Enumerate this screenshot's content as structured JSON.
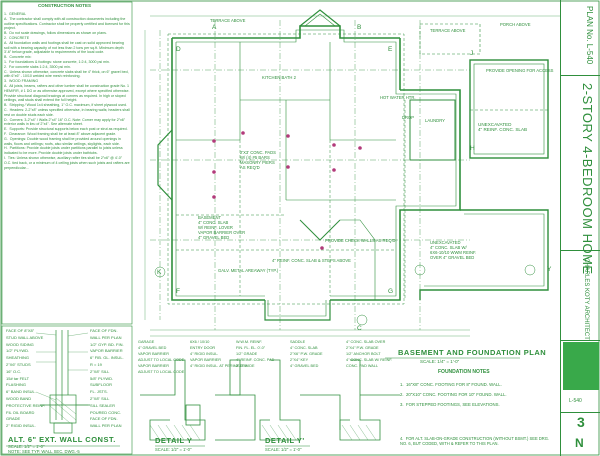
{
  "notes": {
    "title": "CONSTRUCTION NOTES",
    "body": "1.  GENERAL\nA.  The contractor shall comply with all construction documents including the outline specifications. Contractor shall be properly certified and licensed for this project.\nB.  Do not scale drawings, follow dimensions as shown on plans.\n2.  CONCRETE\nA.  All foundation walls and footings shall be cast on solid approved bearing soil with a bearing capacity of not less than 2 tons per sq.ft. Minimum depth 3'-6\" below grade, adjustable to requirements of the local code.\nB.  Concrete mix:\n1.  For foundations & footings: stone concrete, 1:2:4, 3000 psi min.\n2.  For concrete slabs 1:2:4, 3500 psi min.\nC.  Unless shown otherwise, concrete slabs shall be 4\" thick, on 6\" gravel bed, with 6\"x6\" - 10/10 welded wire mesh reinforcing.\n3.  WOOD FRAMING\nA.  All joists, beams, rafters and other lumber shall be construction grade No. 1 HEM/FIR, # 1 DG or as otherwise approved, except where specified otherwise. Provide structural diagonal bracings at corners as required. In high or sloped ceilings, wall studs shall extend the full height.\nB.  Stripping / Wood 1x4 sheathing, 1\" O.C. maximum, if sheet plywood used.\nC.  Headers: 2-2\"x8\" unless specified otherwise, in bearing walls; headers shall rest on double studs each side.\nD.  Corners: 3-2\"x4\" / Walls 2\"x4\" 16\" O.C. Note: Corner may apply for 2\"x6\" exterior walls in lieu of 2\"x4\". See alternate sheet.\nE.  Supports: Provide structural supports below each post or strut as required.\nF.  Clearance: Wood framing shall be at least 8\" above adjacent grade.\nG.  Openings: Double wood framing shall be provided around openings in walls, floors and ceilings; roofs, also similar ceilings, skylights, each side.\nH.  Partitions: Provide double joists under partitions parallel to joists unless indicated to be more. Provide double joists under bathtubs.\nI.  Ties: Unless shown otherwise, auxiliary rafter ties shall be 2\"x6\" @ 4'-0\" O.C. tied back, or a minimum of 4 ceiling joists when such joists and rafters are perpendicular..."
  },
  "title_block": {
    "plan_no_label": "PLAN No. L-540",
    "project_title": "2-STORY 4-BEDROOM HOME",
    "architect": "CHARLES KOTY ARCHITECT",
    "sheet_code": "L-540",
    "sheet_number": "3",
    "north": "N"
  },
  "plan": {
    "title": "BASEMENT AND FOUNDATION PLAN",
    "scale": "SCALE: 1/4\" = 1'-0\"",
    "labels": {
      "terrace_above": "TERRACE ABOVE",
      "kitchen": "KITCHEN BATH 2",
      "laundry": "LAUNDRY",
      "unexcavated": "UNEXCAVATED\n4\" REINF. CONC. SLAB",
      "basement": "BASEMENT\n4\" CONC. SLAB\nW/ REINF. LOVER\nVAPOR BARRIER OVER\n4\" GRAVEL BED",
      "unexcavated2": "UNEXCAVATED\n4\" CONC. SLAB W/\n6X6-10/10 WWM REINF.\nOVER 4\" GRAVEL BED",
      "hot_water": "HOT WATER HTR.",
      "drop": "DROP",
      "galv_metal": "GALV. METAL AREAWAY (TYP.)",
      "check_walls": "PROVIDE CHECK WALLS AS REQ'D.",
      "reinf_slab": "4\" REINF. CONC. SLAB & STEPS ABOVE",
      "porch": "PORCH ABOVE",
      "provide_opening": "PROVIDE OPENING FOR ACCESS",
      "crawl": "2'X3' CONC. PADS\nW/ (4) #5 BARS\nMASONRY PIERS\nAS REQ'D",
      "garage_note": "GARAGE\n4\" CONC. SLAB"
    },
    "grid_letters": [
      "A",
      "B",
      "C",
      "D",
      "E",
      "F",
      "G",
      "H",
      "J",
      "K",
      "Y"
    ]
  },
  "foundation_notes": {
    "title": "FOUNDATION NOTES",
    "items": [
      "1.  16\"X8\" CONC. FOOTING FOR 8\" FOUND. WALL.",
      "2.  20\"X10\" CONC. FOOTING FOR 10\" FOUND. WALL.",
      "3.  FOR STEPPED FOOTINGS, SEE ELEVATIONS.",
      "4.  FOR ALT. SLAB-ON-GRADE CONSTRUCTION (WITHOUT BSMT.) SEE DRG. NO. 6, BUT CODED, WITH & REFER TO THIS PLAN."
    ]
  },
  "wall_section": {
    "left_labels": [
      "FACE OF 8\"X8\"",
      "STUD WALL ABOVE",
      "WOOD SIDING",
      "1/2\" PLYWD.",
      "SHEATHING",
      "2\"X6\" STUDS",
      "16\" O.C.",
      "15# tar FELT",
      "FLASHING",
      "6\" BAND INSUL.",
      "WOOD BAND",
      "PROTECTIVE REINF.",
      "FIL OIL BOARD",
      "GRADE",
      "2\" RIGID INSUL."
    ],
    "right_labels": [
      "FACE OF FDN.",
      "WALL PER PLAN",
      "1/2\" GYP. BD. FIN.",
      "VAPOR BARRIER",
      "6\" FIB. GL. INSUL.",
      "R = 19",
      "2\"X8\" SILL",
      "5/8\" PLYWD.",
      "SUBFLOOR",
      "FL. JSTS.",
      "2\"X8\" SILL",
      "SILL SEALER",
      "POURED CONC.",
      "FACE OF FDN.",
      "WALL PER PLAN"
    ],
    "title": "ALT. 6\" EXT. WALL CONST.",
    "scale": "SCALE: 1/2\" = 1'-0\"",
    "note": "NOTE: SEE TYP. WALL SEC. DWG.-5"
  },
  "details": {
    "detail_y": {
      "title": "DETAIL  Y",
      "scale": "SCALE: 1/2\" = 1'-0\""
    },
    "detail_yp": {
      "title": "DETAIL  Y'",
      "scale": "SCALE: 1/2\" = 1'-0\""
    },
    "labels": [
      "GARAGE",
      "6X6 / 10/10",
      "W.W.M. REINF.",
      "SADDLE",
      "4\" CONC. SLAB OVER",
      "4\" GRAVEL BED",
      "ENTRY DOOR",
      "FIN. FL. EL. 0'-0\"",
      "4\" CONC. SLAB",
      "2\"X4\" P.W. GRADE",
      "VAPOR BARRIER",
      "4\" RIGID INSUL.",
      "1/2\" GRADE",
      "2\"X6\" P.W. GRADE",
      "1/2\" ANCHOR BOLT",
      "ADJUST TO LOCAL CODE",
      "VAPOR BARRIER",
      "4\" REINF. CONC. PAD",
      "2\"X4\" KEY",
      "4\" CONC. SLAB W/ REINF.",
      "VAPOR BARRIER",
      "4\" RIGID INSUL. AT PERIMETER",
      "2'-0\" WIDE",
      "4\" GRAVEL BED",
      "CONC. PAD WALL",
      "ADJUST TO LOCAL CODE"
    ]
  },
  "colors": {
    "line": "#2f8f3c",
    "accent": "#39a94a",
    "marker": "#b23a7a"
  }
}
